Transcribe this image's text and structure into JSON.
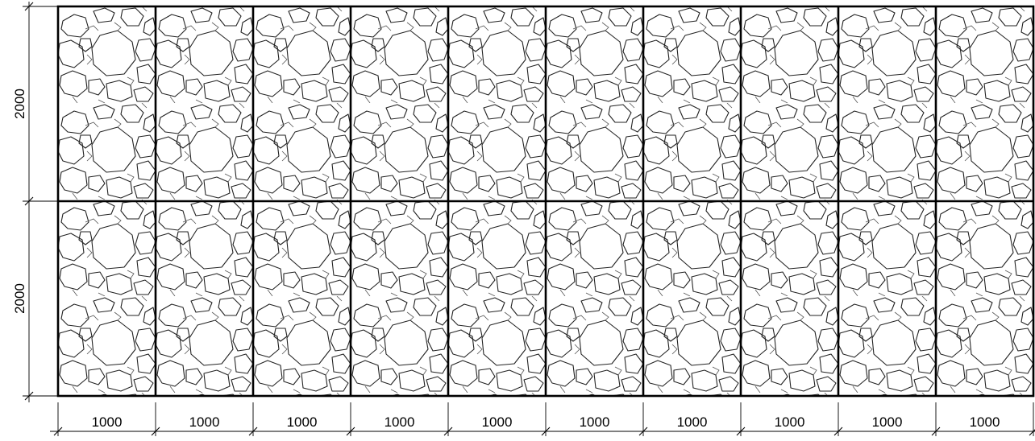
{
  "drawing": {
    "columns": 10,
    "rows": 2,
    "horizontal_dimensions": [
      "1000",
      "1000",
      "1000",
      "1000",
      "1000",
      "1000",
      "1000",
      "1000",
      "1000",
      "1000"
    ],
    "vertical_dimensions": [
      "2000",
      "2000"
    ],
    "panel_pattern": "random-stone-hexagon-pattern",
    "colors": {
      "line": "#000000",
      "background": "#ffffff"
    }
  }
}
